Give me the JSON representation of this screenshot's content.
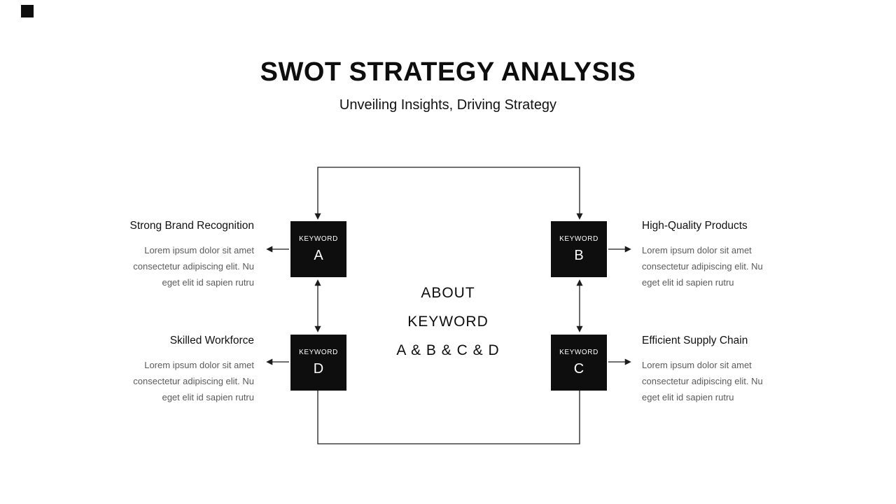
{
  "header": {
    "title": "SWOT STRATEGY ANALYSIS",
    "subtitle": "Unveiling Insights, Driving Strategy"
  },
  "center": {
    "lines": [
      "ABOUT",
      "KEYWORD",
      "A & B & C & D"
    ]
  },
  "boxes": {
    "label": "KEYWORD",
    "a": {
      "letter": "A"
    },
    "b": {
      "letter": "B"
    },
    "c": {
      "letter": "C"
    },
    "d": {
      "letter": "D"
    }
  },
  "items": {
    "top_left": {
      "title": "Strong Brand Recognition",
      "body": "Lorem ipsum dolor sit amet\nconsectetur adipiscing elit. Nu\neget elit id sapien rutru"
    },
    "bottom_left": {
      "title": "Skilled Workforce",
      "body": "Lorem ipsum dolor sit amet\nconsectetur adipiscing elit. Nu\neget elit id sapien rutru"
    },
    "top_right": {
      "title": "High-Quality Products",
      "body": "Lorem ipsum dolor sit amet\nconsectetur adipiscing elit. Nu\neget elit id sapien rutru"
    },
    "bottom_right": {
      "title": "Efficient Supply Chain",
      "body": "Lorem ipsum dolor sit amet\nconsectetur adipiscing elit. Nu\neget elit id sapien rutru"
    }
  },
  "colors": {
    "box_black": "#0e0e0e",
    "line": "#1c1c1c",
    "muted_text": "#5b5b5b",
    "background": "#ffffff"
  }
}
